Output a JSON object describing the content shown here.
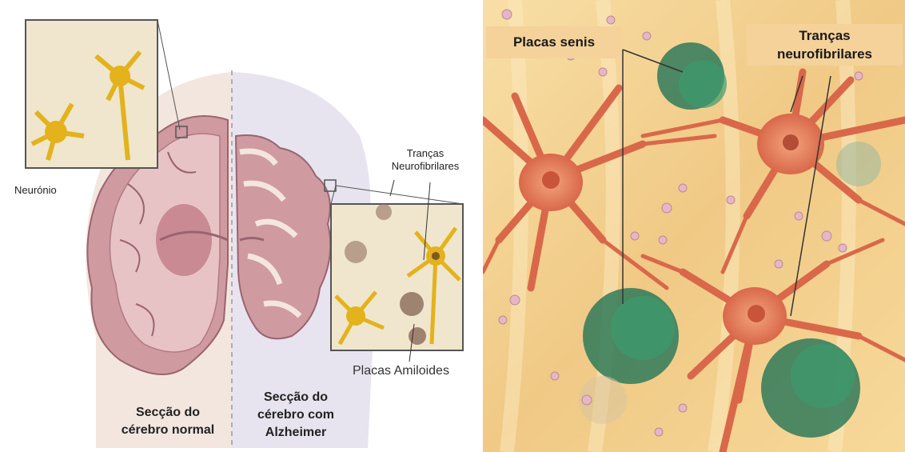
{
  "left": {
    "label_neuron": "Neurónio",
    "label_tangles": [
      "Tranças",
      "Neurofibrilares"
    ],
    "label_plaques": "Placas Amiloides",
    "section_normal": [
      "Secção do",
      "cérebro normal"
    ],
    "section_alzheimer": [
      "Secção do",
      "cérebro com",
      "Alzheimer"
    ]
  },
  "right": {
    "label_plaques": "Placas senis",
    "label_tangles": [
      "Tranças",
      "neurofibrilares"
    ]
  },
  "colors": {
    "brain_tissue": "#cf9aa0",
    "brain_inner": "#e8c3c6",
    "neuron_gold": "#e3b21c",
    "neuron_red": "#d9684a",
    "plaque_green": "#2f7a5a",
    "background_cream": "#f6d79a"
  }
}
